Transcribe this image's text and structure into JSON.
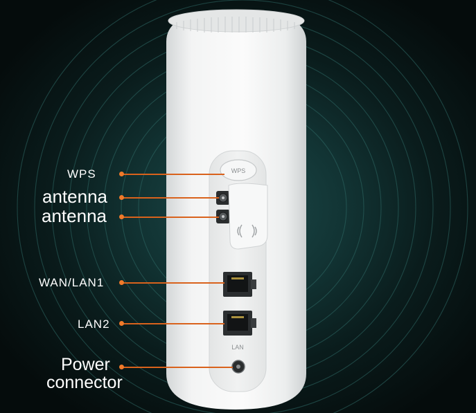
{
  "labels": {
    "wps": "WPS",
    "antenna1": "antenna",
    "antenna2": "antenna",
    "wan_lan1": "WAN/LAN1",
    "lan2": "LAN2",
    "power_line1": "Power",
    "power_line2": "connector"
  },
  "device_markings": {
    "wps_button": "WPS",
    "lan_label": "LAN"
  },
  "colors": {
    "accent": "#e8651e",
    "background": "#0a1c1c",
    "device": "#f4f5f5"
  }
}
